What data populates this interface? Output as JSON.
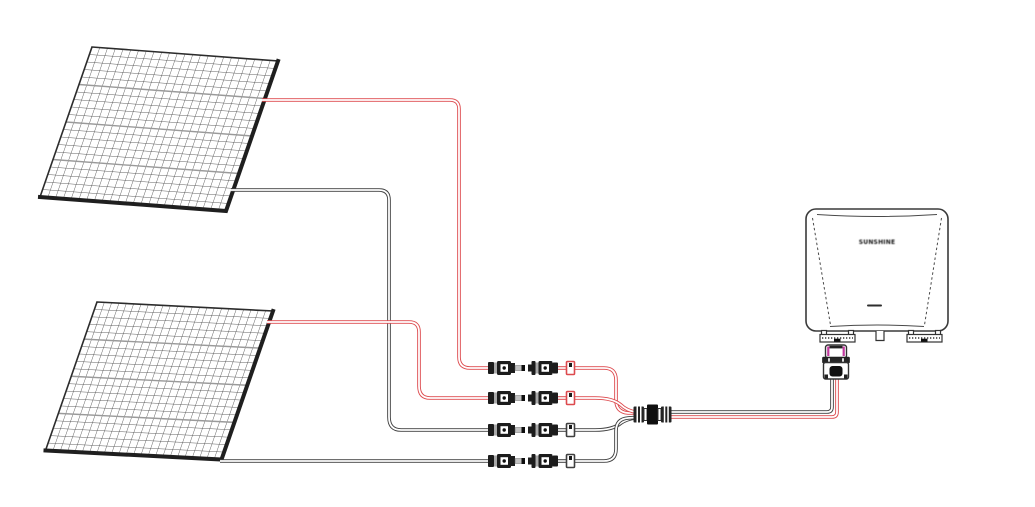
{
  "diagram": {
    "background": "#ffffff",
    "colors": {
      "wire_red": "#dd4a4e",
      "wire_black": "#3f3f3f",
      "connector_dark": "#1c1c1c",
      "connector_band": "#a9a9a9",
      "outline": "#333333",
      "highlight_magenta": "#c2399f"
    },
    "panels": {
      "count": 2,
      "grid_columns": 24,
      "grid_rows": 20,
      "sections": 4
    },
    "microinverter": {
      "logo_text": "SUNSHINE"
    },
    "components": {
      "panel_top": "solar-panel",
      "panel_bottom": "solar-panel",
      "mc4_connector_pairs": 4,
      "branch_connector": "inline-branch-connector",
      "ac_connector": "ac-plug",
      "inverter": "microinverter"
    }
  }
}
